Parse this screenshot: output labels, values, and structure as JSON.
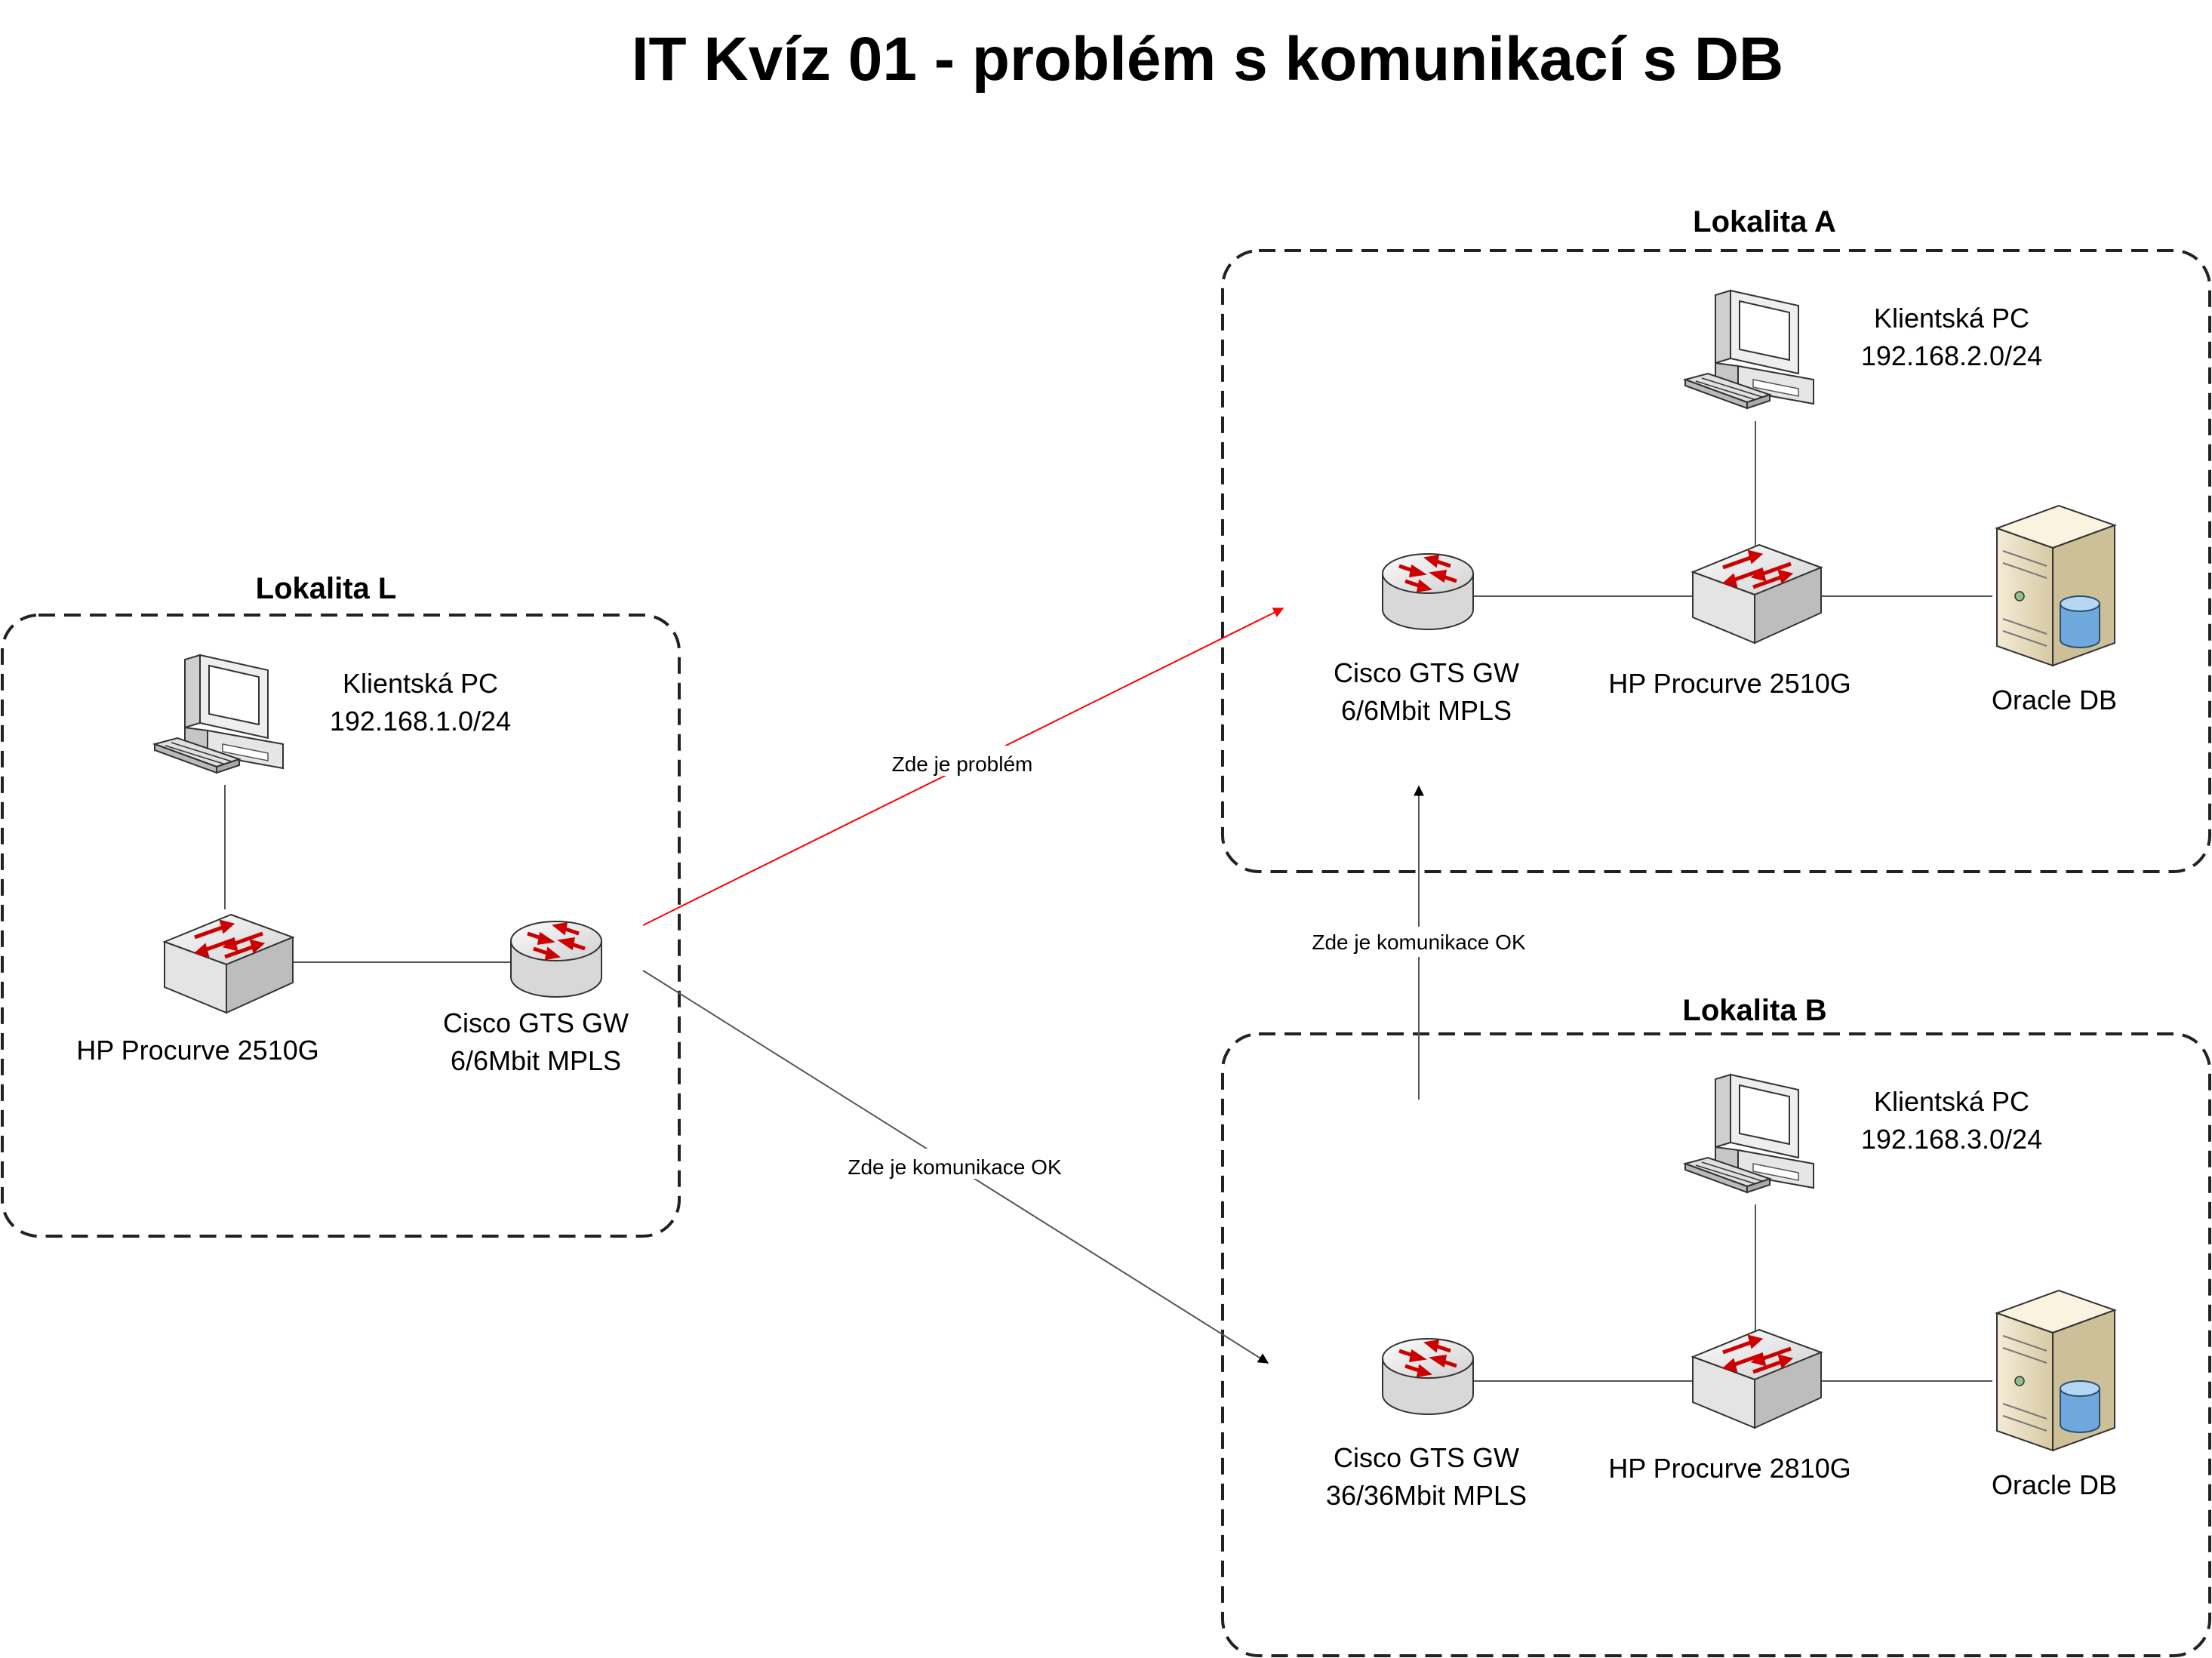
{
  "title": "IT Kvíz 01 - problém s komunikací s DB",
  "sites": {
    "L": {
      "name": "Lokalita L",
      "pc_label": "Klientská PC",
      "pc_subnet": "192.168.1.0/24",
      "switch_label": "HP Procurve 2510G",
      "router_label": "Cisco GTS GW",
      "router_link": "6/6Mbit MPLS"
    },
    "A": {
      "name": "Lokalita A",
      "pc_label": "Klientská PC",
      "pc_subnet": "192.168.2.0/24",
      "switch_label": "HP Procurve 2510G",
      "router_label": "Cisco GTS GW",
      "router_link": "6/6Mbit MPLS",
      "db_label": "Oracle DB"
    },
    "B": {
      "name": "Lokalita B",
      "pc_label": "Klientská PC",
      "pc_subnet": "192.168.3.0/24",
      "switch_label": "HP Procurve 2810G",
      "router_label": "Cisco GTS GW",
      "router_link": "36/36Mbit MPLS",
      "db_label": "Oracle DB"
    }
  },
  "links": {
    "l_to_a": "Zde je problém",
    "l_to_b": "Zde je komunikace OK",
    "b_to_a": "Zde je komunikace OK"
  },
  "colors": {
    "problem_link": "#ff0000",
    "ok_link": "#555555",
    "device_red": "#cc0000",
    "device_gray": "#d6d6d6"
  },
  "icons": {
    "pc": "computer-icon",
    "switch": "switch-icon",
    "router": "router-icon",
    "db": "database-server-icon"
  }
}
